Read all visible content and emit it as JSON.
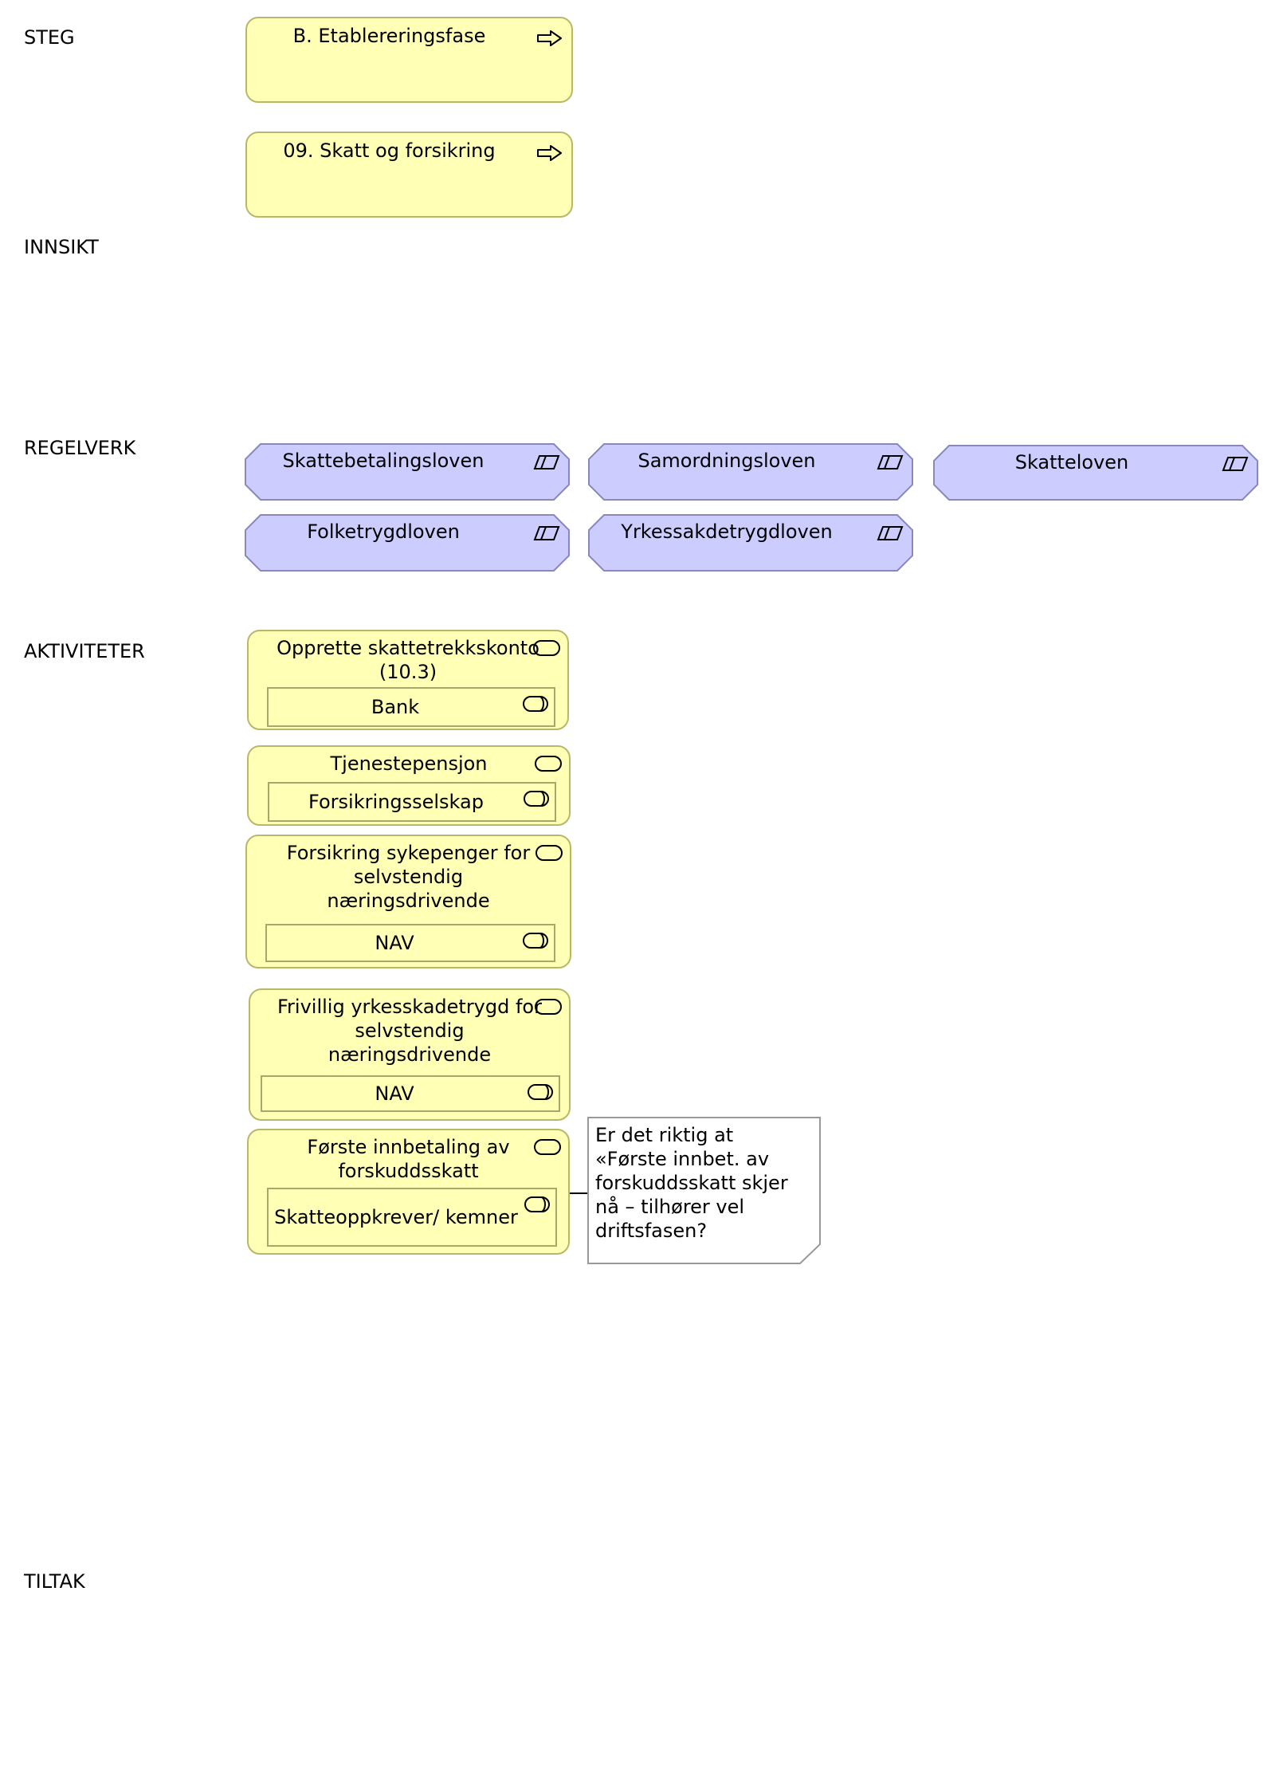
{
  "lanes": {
    "steg": "STEG",
    "innsikt": "INNSIKT",
    "regelverk": "REGELVERK",
    "aktiviteter": "AKTIVITETER",
    "tiltak": "TILTAK"
  },
  "steps": [
    {
      "label": "B. Etablereringsfase",
      "icon": "process-arrow-icon"
    },
    {
      "label": "09. Skatt og forsikring",
      "icon": "process-arrow-icon"
    }
  ],
  "laws": [
    {
      "label": "Skattebetalingsloven",
      "icon": "representation-icon"
    },
    {
      "label": "Samordningsloven",
      "icon": "representation-icon"
    },
    {
      "label": "Skatteloven",
      "icon": "representation-icon"
    },
    {
      "label": "Folketrygdloven",
      "icon": "representation-icon"
    },
    {
      "label": "Yrkessakdetrygdloven",
      "icon": "representation-icon"
    }
  ],
  "activities": [
    {
      "label": "Opprette skattetrekkskonto (10.3)",
      "actor": "Bank"
    },
    {
      "label": "Tjenestepensjon",
      "actor": "Forsikringsselskap"
    },
    {
      "label": "Forsikring sykepenger for selvstendig næringsdrivende",
      "actor": "NAV"
    },
    {
      "label": "Frivillig yrkesskadetrygd for selvstendig næringsdrivende",
      "actor": "NAV"
    },
    {
      "label": "Første innbetaling av forskuddsskatt",
      "actor": "Skatteoppkrever/ kemner"
    }
  ],
  "note": {
    "text": "Er det riktig at «Første innbet. av forskuddsskatt skjer nå – tilhører vel driftsfasen?"
  },
  "colors": {
    "business": "#ffffb5",
    "business_border": "#b8b86a",
    "law": "#ccccff",
    "law_border": "#8888bb"
  }
}
